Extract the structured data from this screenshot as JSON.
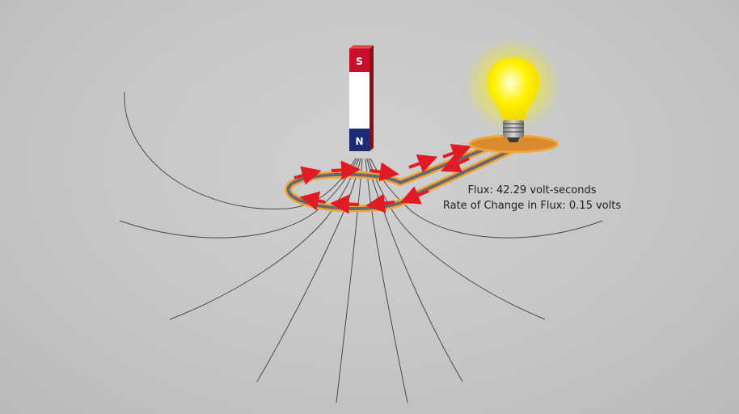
{
  "magnet": {
    "south_label": "S",
    "north_label": "N",
    "colors": {
      "south": "#c8102e",
      "north": "#1c2a78",
      "middle": "#ffffff"
    }
  },
  "readouts": {
    "flux": "Flux: 42.29 volt-seconds",
    "rate": "Rate of Change in Flux: 0.15 volts"
  },
  "bulb": {
    "state": "lit",
    "glow_color": "#fff200"
  },
  "coil": {
    "wire_color": "#6a6a6a",
    "highlight_color": "#f2a33a",
    "current_arrow_color": "#e01b24"
  },
  "icons": [
    "bar-magnet-icon",
    "light-bulb-icon",
    "wire-loop-icon",
    "current-arrow-icon"
  ]
}
